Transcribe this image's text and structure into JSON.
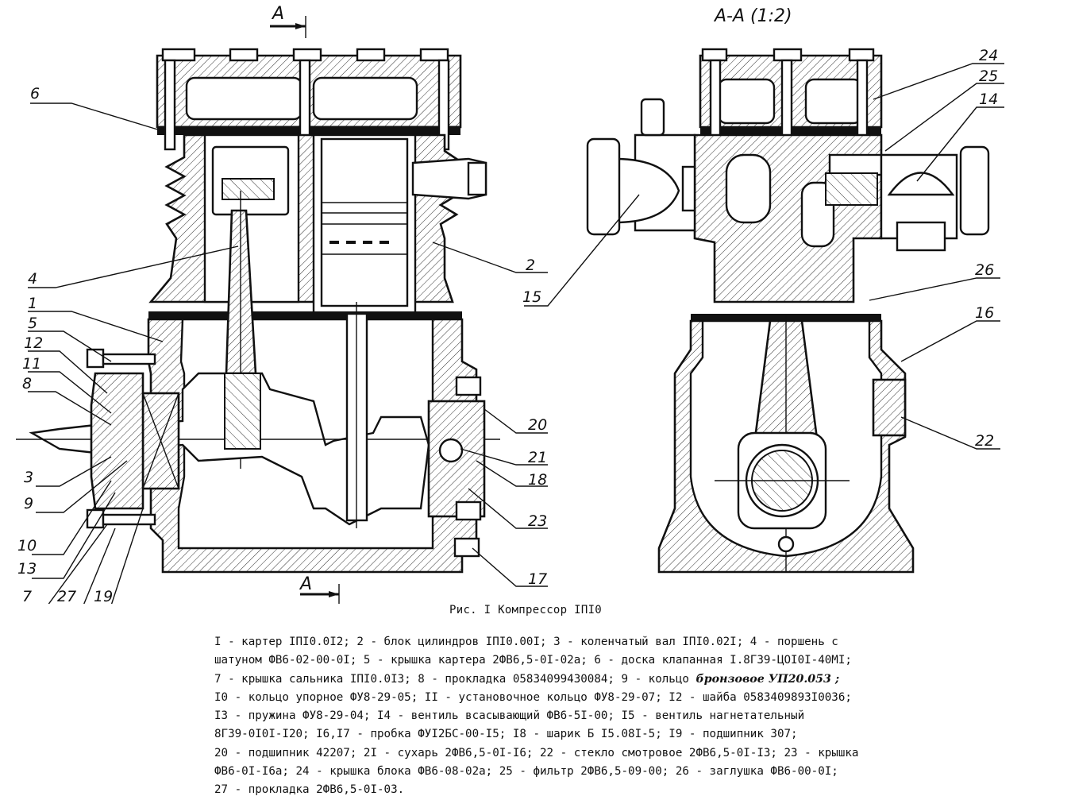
{
  "section": {
    "label": "А-А (1:2)",
    "cut_mark": "А"
  },
  "callouts": {
    "left": [
      "6",
      "4",
      "1",
      "5",
      "12",
      "11",
      "8",
      "3",
      "9",
      "10",
      "13",
      "7",
      "27",
      "19",
      "2",
      "20",
      "21",
      "18",
      "23",
      "17"
    ],
    "right": [
      "24",
      "25",
      "14",
      "15",
      "26",
      "16",
      "22"
    ]
  },
  "caption": "Рис. I  Компрессор IПI0",
  "legend": [
    "I - картер IПI0.0I2; 2 - блок цилиндров IПI0.00I; 3 - коленчатый вал IПI0.02I; 4 - поршень с",
    "шатуном ФВ6-02-00-0I; 5 - крышка картера 2ФВ6,5-0I-02а; 6 - доска клапанная I.8Г39-ЦОI0I-40МI;",
    "7 - крышка сальника IПI0.0I3; 8 - прокладка 05834099430084; 9 - кольцо ",
    "I0 - кольцо упорное ФУ8-29-05; II - установочное кольцо ФУ8-29-07; I2 - шайба 0583409893I0036;",
    "I3 - пружина ФУ8-29-04; I4 - вентиль всасывающий ФВ6-5I-00; I5 - вентиль нагнетательный",
    "8Г39-0I0I-I20; I6,I7 - пробка ФУI2БС-00-I5; I8 - шарик Б I5.08I-5; I9 - подшипник 307;",
    "20 - подшипник 42207; 2I - сухарь 2ФВ6,5-0I-I6; 22 - стекло смотровое 2ФВ6,5-0I-I3; 23 - крышка",
    "ФВ6-0I-I6а; 24 - крышка блока ФВ6-08-02а; 25 - фильтр 2ФВ6,5-09-00; 26 - заглушка ФВ6-00-0I;",
    "27 - прокладка 2ФВ6,5-0I-03."
  ],
  "legend_handwritten": "бронзовое  УП20.053 ;"
}
